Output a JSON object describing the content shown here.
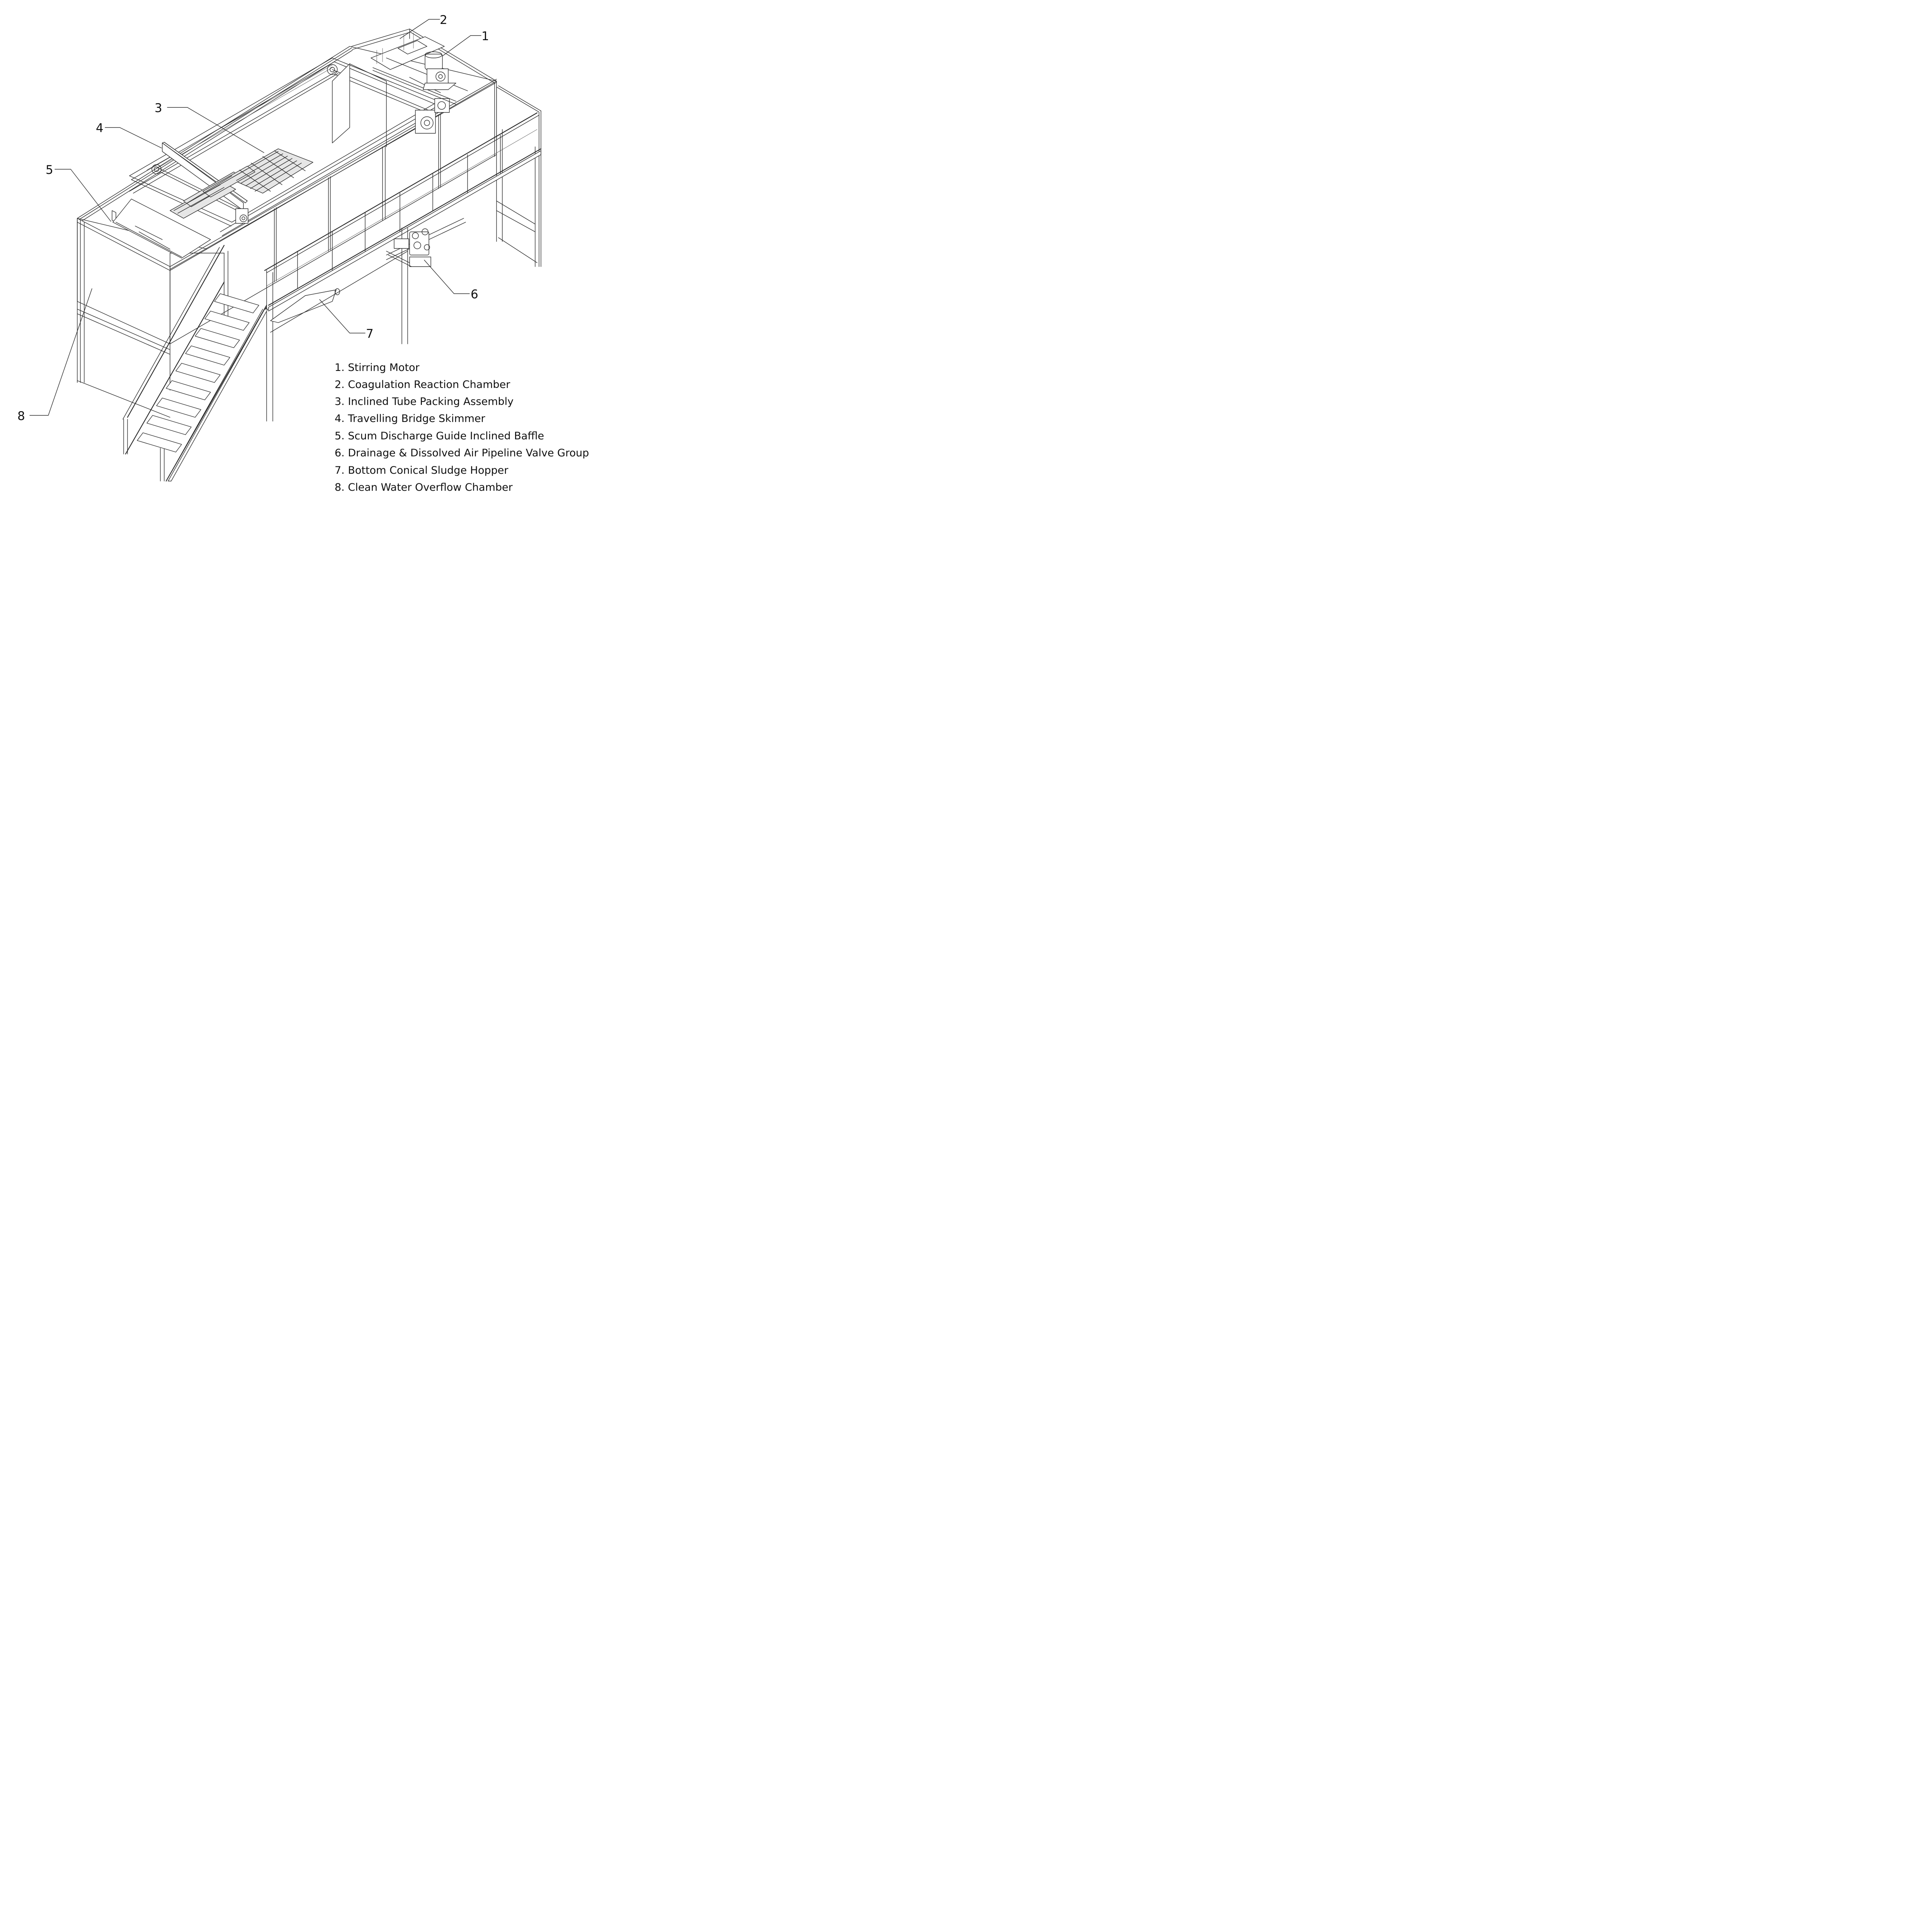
{
  "callouts": [
    {
      "number": "1"
    },
    {
      "number": "2"
    },
    {
      "number": "3"
    },
    {
      "number": "4"
    },
    {
      "number": "5"
    },
    {
      "number": "6"
    },
    {
      "number": "7"
    },
    {
      "number": "8"
    }
  ],
  "legend": [
    "1. Stirring Motor",
    "2. Coagulation Reaction Chamber",
    "3. Inclined Tube Packing Assembly",
    "4. Travelling Bridge Skimmer",
    "5. Scum Discharge Guide Inclined Baffle",
    "6. Drainage & Dissolved Air Pipeline Valve Group",
    "7. Bottom Conical Sludge Hopper",
    "8. Clean Water Overflow Chamber"
  ]
}
